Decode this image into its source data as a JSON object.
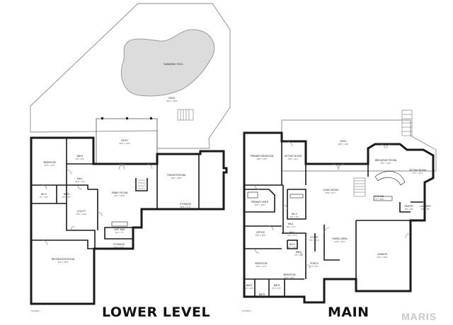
{
  "levels": {
    "lower": {
      "title": "LOWER LEVEL",
      "floor": "FLOOR 1",
      "rooms": [
        {
          "name": "SWIMMING POOL",
          "dims": ""
        },
        {
          "name": "DECK",
          "dims": "30'4\" x 45'8\""
        },
        {
          "name": "PATIO",
          "dims": "23'0\" x 13'8\""
        },
        {
          "name": "BEDROOM",
          "dims": "14'6\" x 13'1\""
        },
        {
          "name": "BATH",
          "dims": "9'2\" x 9'3\""
        },
        {
          "name": "THEATER ROOM",
          "dims": "16'2\" x 18'8\""
        },
        {
          "name": "HALL",
          "dims": "10'8\" x 4'3\""
        },
        {
          "name": "FAMILY ROOM",
          "dims": "22'7\" x 26'6\""
        },
        {
          "name": "W/I C",
          "dims": "5'7\" x 6'0\""
        },
        {
          "name": "BATH",
          "dims": "9'3\" x 8'1\""
        },
        {
          "name": "STORAGE",
          "dims": "26'8\" x 17'9\""
        },
        {
          "name": "UTILITY",
          "dims": "10'6\" x 14'0\""
        },
        {
          "name": "WET BAR",
          "dims": "9'0\" x 7'7\""
        },
        {
          "name": "STORAGE",
          "dims": "16'0\" x 6'8\""
        },
        {
          "name": "RECREATION ROOM",
          "dims": "22'2\" x 40'3\""
        }
      ]
    },
    "main": {
      "title": "MAIN",
      "floor": "FLOOR 2",
      "rooms": [
        {
          "name": "DECK",
          "dims": "48'5\" x 14'5\""
        },
        {
          "name": "PRIMARY BEDROOM",
          "dims": "19'6\" x 16'0\""
        },
        {
          "name": "SITTING ROOM",
          "dims": "10'8\" x 11'1\""
        },
        {
          "name": "BREAKFAST ROOM",
          "dims": "15'1\" x 13'2\""
        },
        {
          "name": "SITTING ROOM",
          "dims": "17'1\" x 12'3\""
        },
        {
          "name": "LIVING ROOM",
          "dims": "24'8\" x 21'7\""
        },
        {
          "name": "KITCHEN",
          "dims": "17'0\" x 20'8\""
        },
        {
          "name": "PRIMARY BATH",
          "dims": "16'8\" x 10'0\""
        },
        {
          "name": "W/I C",
          "dims": "5'5\" x 9'2\""
        },
        {
          "name": "HALL",
          "dims": "11'0\" x 3'2\""
        },
        {
          "name": "PANTRY",
          "dims": "5'8\" x 8'0\""
        },
        {
          "name": "LAUNDRY",
          "dims": "8'3\" x 8'5\""
        },
        {
          "name": "OFFICE",
          "dims": "13'6\" x 11'0\""
        },
        {
          "name": "HALL",
          "dims": "10'2\" x 5'7\""
        },
        {
          "name": "FOYER",
          "dims": "7'8\" x 10'4\""
        },
        {
          "name": "DINING AREA",
          "dims": "14'9\" x 11'0\""
        },
        {
          "name": "W/I C",
          "dims": "6'0\" x 5'3\""
        },
        {
          "name": "W/I C",
          "dims": "4'5\" x 5'0\""
        },
        {
          "name": "BEDROOM",
          "dims": "13'0\" x 17'4\""
        },
        {
          "name": "BEDROOM",
          "dims": "14'4\" x 12'7\""
        },
        {
          "name": "GARAGE",
          "dims": "22'0\" x 30'9\""
        },
        {
          "name": "PORCH",
          "dims": "7'8\" x 8'7\""
        },
        {
          "name": "BATH",
          "dims": "5'0\" x 8'5\""
        },
        {
          "name": "BATH",
          "dims": "9'4\" x 5'9\""
        },
        {
          "name": "BATH",
          "dims": "5'0\" x 5'0\""
        }
      ]
    }
  },
  "brand": "MARIS"
}
